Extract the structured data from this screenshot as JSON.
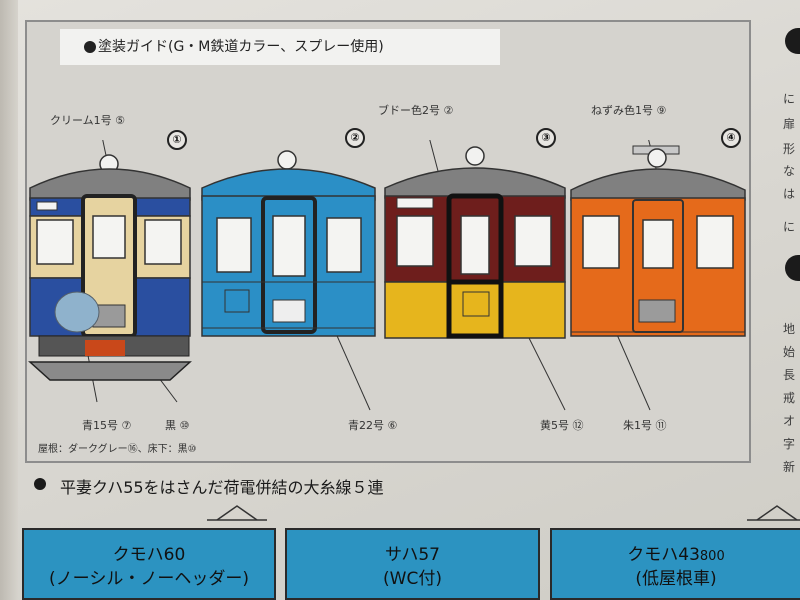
{
  "guide": {
    "title": "塗装ガイド(G・M鉄道カラー、スプレー使用)",
    "car_numbers": [
      "①",
      "②",
      "③",
      "④"
    ],
    "color_labels": {
      "cream": "クリーム1号 ⑤",
      "grape": "ブドー色2号 ②",
      "mouse": "ねずみ色1号 ⑨",
      "blue15": "青15号 ⑦",
      "black": "黒 ⑩",
      "blue22": "青22号 ⑥",
      "yellow5": "黄5号 ⑫",
      "vermilion": "朱1号 ⑪"
    },
    "note": "屋根：ダークグレー⑯、床下：黒⑩"
  },
  "consist": {
    "title": "平妻クハ55をはさんだ荷電併結の大糸線５連",
    "cars": [
      {
        "name": "クモハ60",
        "sub": "(ノーシル・ノーヘッダー)"
      },
      {
        "name": "サハ57",
        "sub": "(WC付)"
      },
      {
        "name": "クモハ43",
        "name_suffix": "800",
        "sub": "(低屋根車)"
      }
    ]
  },
  "colors": {
    "blue15": "#2a4fa0",
    "cream": "#e6d3a0",
    "blue22": "#2b8fc6",
    "grape": "#6e1e1c",
    "yellow5": "#e6b51d",
    "vermilion": "#e56a1b",
    "roof": "#858585"
  },
  "right_column": {
    "chars": [
      "に",
      "扉",
      "形",
      "な",
      "は",
      "に",
      "地",
      "始",
      "長",
      "戒",
      "オ",
      "字",
      "新"
    ]
  }
}
